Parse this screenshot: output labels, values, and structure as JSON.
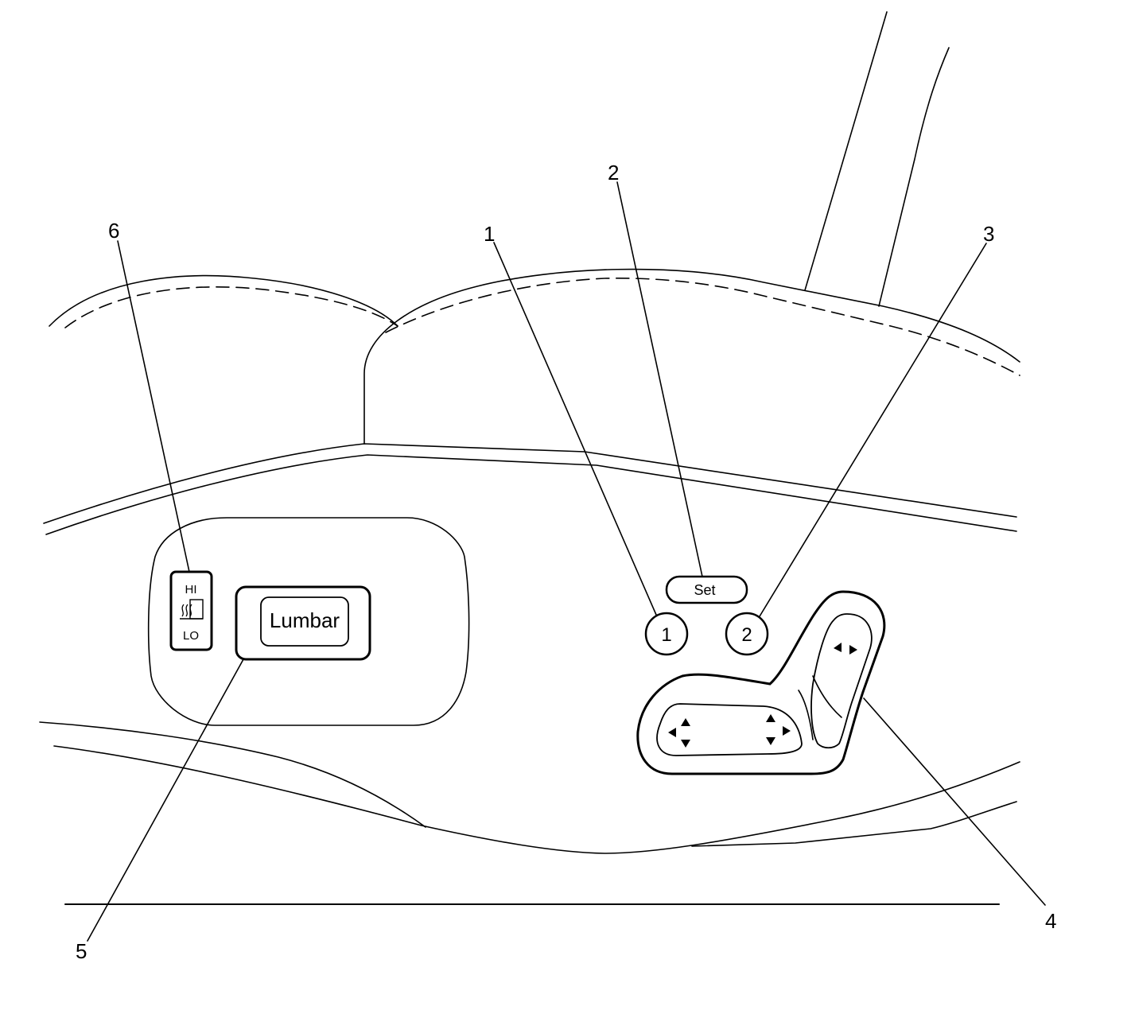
{
  "callouts": {
    "c1": "1",
    "c2": "2",
    "c3": "3",
    "c4": "4",
    "c5": "5",
    "c6": "6"
  },
  "controls": {
    "heated_seat_hi": "HI",
    "heated_seat_lo": "LO",
    "lumbar_label": "Lumbar",
    "memory_set_label": "Set",
    "memory_1_label": "1",
    "memory_2_label": "2"
  },
  "icons": {
    "heated_seat": "heated-seat-icon",
    "seat_adjust_arrows": "arrow-icon"
  },
  "colors": {
    "ink": "#000000",
    "background": "#ffffff"
  }
}
